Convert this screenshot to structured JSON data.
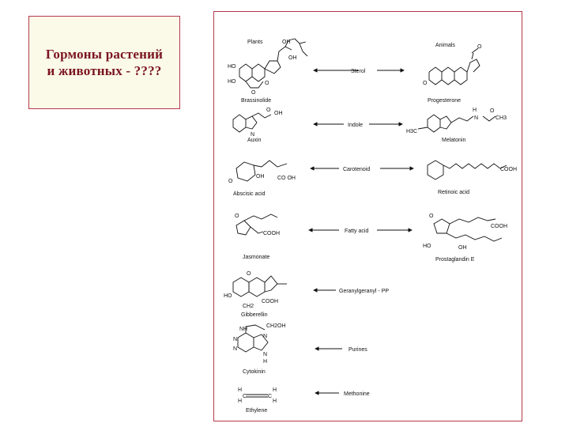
{
  "slide": {
    "title_line1": "Гормоны растений",
    "title_line2": "и животных - ????",
    "colors": {
      "border": "#b53a4c",
      "title_text": "#7a1420",
      "title_bg": "#fbfae9"
    }
  },
  "figure": {
    "header_plants": "Plants",
    "header_animals": "Animals",
    "rows": [
      {
        "plant": "Brassinolide",
        "class": "Sterol",
        "animal": "Progesterone"
      },
      {
        "plant": "Auxin",
        "class": "Indole",
        "animal": "Melatonin"
      },
      {
        "plant": "Abscisic acid",
        "class": "Carotenoid",
        "animal": "Retinoic acid"
      },
      {
        "plant": "Jasmonate",
        "class": "Fatty acid",
        "animal": "Prostaglandin E"
      },
      {
        "plant": "Gibberellin",
        "class": "Geranylgeranyl - PP"
      },
      {
        "plant": "Cytokinin",
        "class": "Purines"
      },
      {
        "plant": "Ethylene",
        "class": "Methonine"
      }
    ],
    "atoms": {
      "oh": "OH",
      "ho": "HO",
      "o": "O",
      "h": "H",
      "n": "N",
      "nh": "NH",
      "cooh": "COOH",
      "co_oh": "CO OH",
      "h3c": "H3C",
      "ch3": "CH3",
      "ch2": "CH2",
      "ch2oh": "CH2OH",
      "c": "C"
    }
  }
}
